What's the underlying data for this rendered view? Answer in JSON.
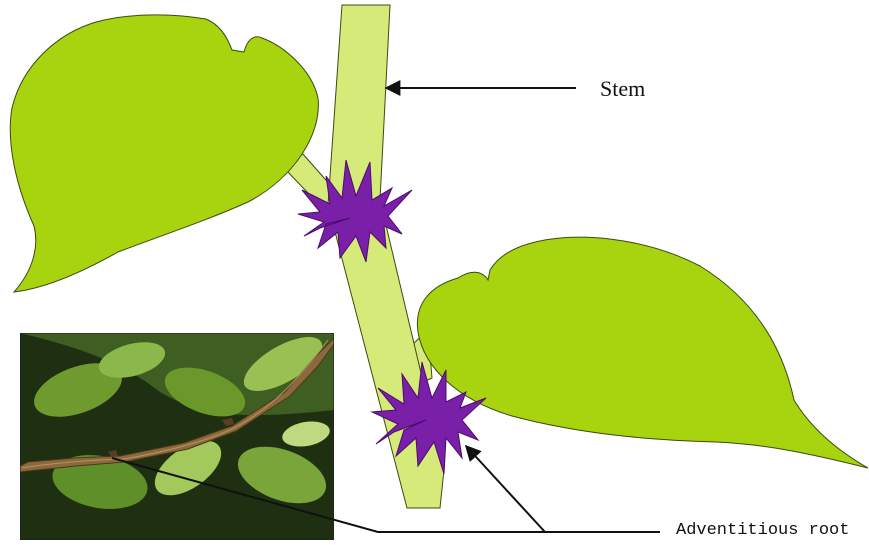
{
  "labels": {
    "stem": "Stem",
    "adventitious_root": "Adventitious root"
  },
  "colors": {
    "leaf_fill": "#a8d40f",
    "stem_fill": "#d6ea7a",
    "root_fill": "#7a1fa8",
    "outline": "#3c4a10",
    "arrow": "#111111",
    "photo_dark": "#1f3012",
    "photo_leaf": "#6f9a2e",
    "photo_branch": "#8a6a3c"
  },
  "elements": {
    "leaves": [
      "left-leaf",
      "right-leaf"
    ],
    "stem": "stem",
    "root_clusters": [
      "upper-root-cluster",
      "lower-root-cluster"
    ],
    "photo": "vine-photo-inset",
    "arrows": [
      "stem-arrow",
      "adventitious-root-arrows"
    ]
  }
}
